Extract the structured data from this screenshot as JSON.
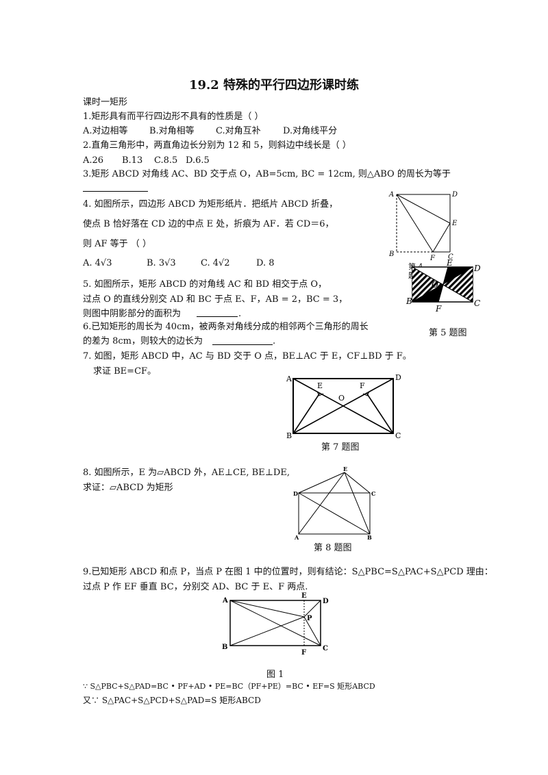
{
  "title": "19.2 特殊的平行四边形课时练",
  "section": "课时一矩形",
  "q1": {
    "text": "1.矩形具有而平行四边形不具有的性质是（ ）",
    "options": [
      "A.对边相等",
      "B.对角相等",
      "C.对角互补",
      "D.对角线平分"
    ]
  },
  "q2": {
    "text": "2.直角三角形中，两直角边长分别为 12 和 5，则斜边中线长是（ ）",
    "options": [
      "A.26",
      "B.13",
      "C.8.5",
      "D.6.5"
    ]
  },
  "q3": {
    "text": "3.矩形 ABCD 对角线 AC、BD 交于点 O，AB=5cm, BC = 12cm, 则△ABO 的周长为等于"
  },
  "q4": {
    "line1": "4. 如图所示，四边形 ABCD 为矩形纸片．把纸片 ABCD 折叠，",
    "line2": "使点 B 恰好落在 CD 边的中点 E 处，折痕为 AF．若 CD＝6，",
    "line3": "则 AF 等于 （ ）",
    "options": [
      "A. 4√3",
      "B. 3√3",
      "C. 4√2",
      "D. 8"
    ]
  },
  "q5": {
    "line1": "5. 如图所示，矩形 ABCD 的对角线 AC 和 BD 相交于点 O，",
    "line2": "过点 O 的直线分别交 AD 和 BC 于点 E、F，AB = 2，BC = 3，",
    "line3": "则图中阴影部分的面积为"
  },
  "q6": {
    "line1": "6.已知矩形的周长为 40cm，被两条对角线分成的相邻两个三角形的周长",
    "line2": "的差为 8cm，则较大的边长为"
  },
  "q7": {
    "line1": "7. 如图，矩形 ABCD 中，AC 与 BD 交于 O 点，BE⊥AC 于 E，CF⊥BD 于 F。",
    "line2": "求证 BE=CF。"
  },
  "q8": {
    "line1": "8. 如图所示，E 为▱ABCD 外，AE⊥CE, BE⊥DE,",
    "line2": "求证：▱ABCD 为矩形"
  },
  "q9": {
    "line1": "9.已知矩形 ABCD 和点 P，当点 P 在图 1 中的位置时，则有结论：S△PBC=S△PAC+S△PCD 理由：",
    "line2": "过点 P 作 EF 垂直 BC，分别交 AD、BC 于 E、F 两点."
  },
  "proof": {
    "line1": "∵ S△PBC+S△PAD=BC • PF+AD • PE=BC（PF+PE）=BC • EF=S 矩形ABCD",
    "line2": "又∵ S△PAC+S△PCD+S△PAD=S 矩形ABCD"
  },
  "captions": {
    "fig4": "第 4 题图",
    "fig5": "第 5 题图",
    "fig7": "第 7 题图",
    "fig8": "第 8 题图",
    "fig9": "图 1"
  },
  "labels": {
    "A": "A",
    "B": "B",
    "C": "C",
    "D": "D",
    "E": "E",
    "F": "F",
    "O": "O",
    "P": "P"
  }
}
